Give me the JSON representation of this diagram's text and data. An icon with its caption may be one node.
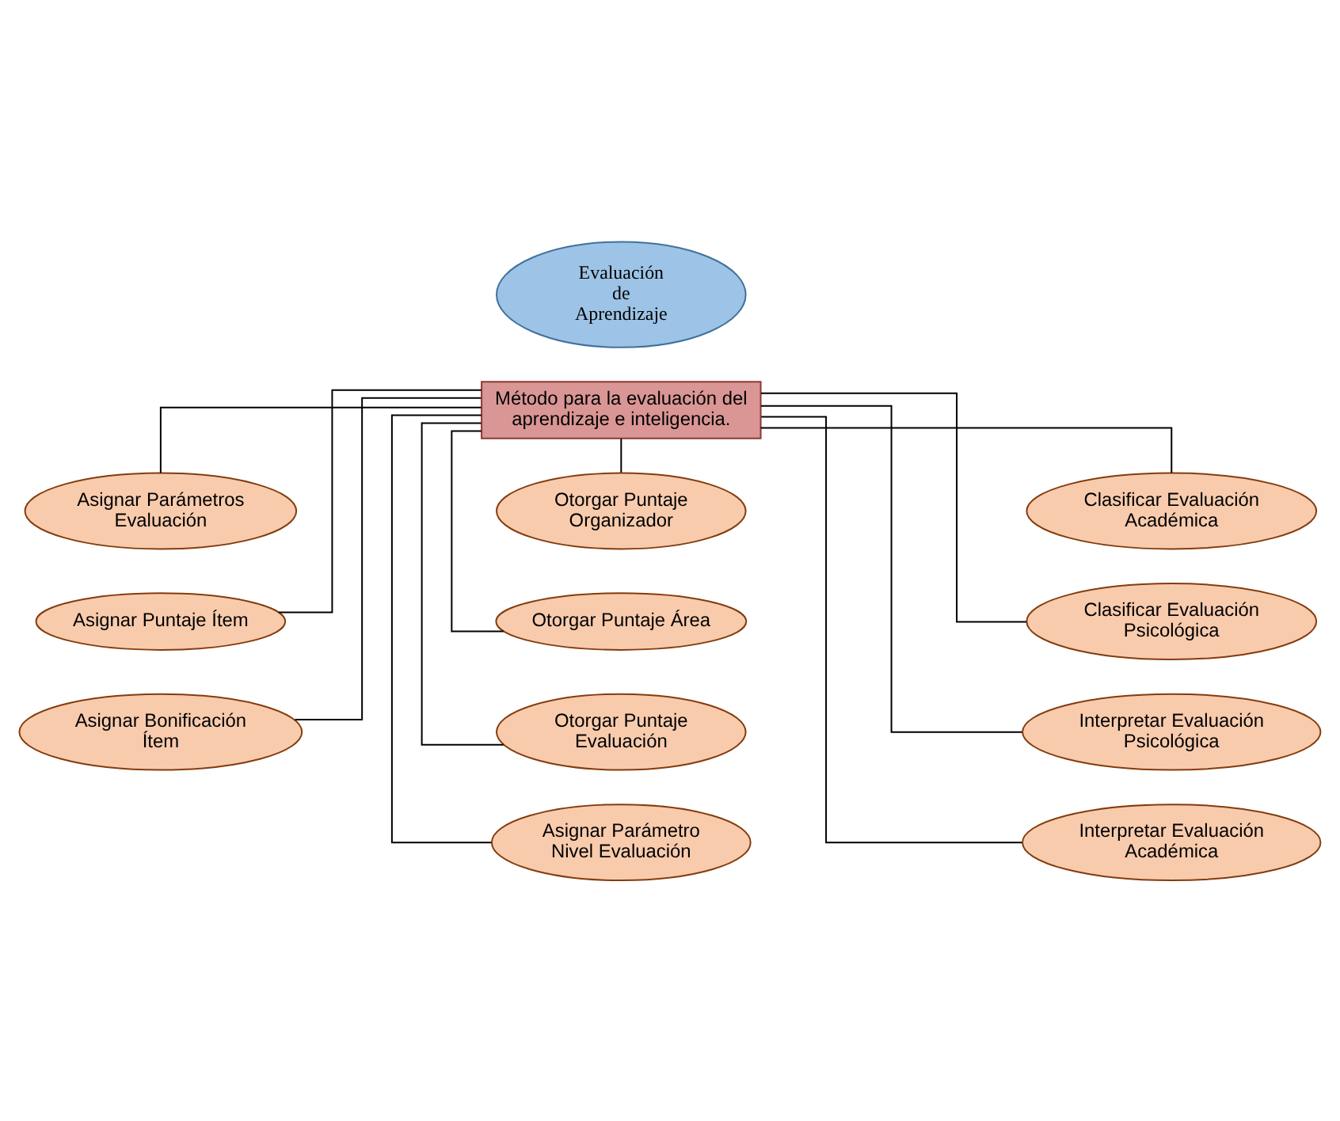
{
  "diagram": {
    "nodes": [
      {
        "text": [
          "Evaluación de Aprendizaje"
        ]
      },
      {
        "text": [
          "Método para la evaluación del aprendizaje e inteligencia."
        ]
      },
      {
        "text": [
          "Asignar Parámetros Evaluación"
        ]
      },
      {
        "text": [
          "Asignar Puntaje Ítem"
        ]
      },
      {
        "text": [
          "Asignar Bonificación Ítem"
        ]
      },
      {
        "text": [
          "Otorgar Puntaje Organizador"
        ]
      },
      {
        "text": [
          "Otorgar Puntaje Área"
        ]
      },
      {
        "text": [
          "Otorgar Puntaje Evaluación"
        ]
      },
      {
        "text": [
          "Asignar Parámetro Nivel Evaluación"
        ]
      },
      {
        "text": [
          "Clasificar Evaluación Académica"
        ]
      },
      {
        "text": [
          "Clasificar Evaluación Psicológica"
        ]
      },
      {
        "text": [
          "Interpretar Evaluación Psicológica"
        ]
      },
      {
        "text": [
          "Interpretar Evaluación Académica"
        ]
      }
    ],
    "edges": [
      {
        "from": 1,
        "to": 2,
        "arrow": "none"
      },
      {
        "from": 1,
        "to": 3,
        "arrow": "none"
      },
      {
        "from": 1,
        "to": 4,
        "arrow": "none"
      },
      {
        "from": 1,
        "to": 5,
        "arrow": "none"
      },
      {
        "from": 1,
        "to": 6,
        "arrow": "none"
      },
      {
        "from": 1,
        "to": 7,
        "arrow": "none"
      },
      {
        "from": 1,
        "to": 8,
        "arrow": "none"
      },
      {
        "from": 1,
        "to": 9,
        "arrow": "none"
      },
      {
        "from": 1,
        "to": 10,
        "arrow": "none"
      },
      {
        "from": 1,
        "to": 11,
        "arrow": "none"
      },
      {
        "from": 1,
        "to": 12,
        "arrow": "none"
      }
    ]
  }
}
